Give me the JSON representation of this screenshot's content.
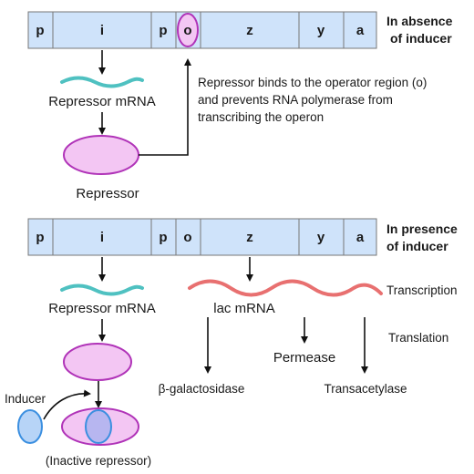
{
  "top_panel": {
    "gene_segments": [
      "p",
      "i",
      "p",
      "o",
      "z",
      "y",
      "a"
    ],
    "condition": [
      "In absence",
      "of inducer"
    ],
    "repressor_mrna": "Repressor mRNA",
    "repressor": "Repressor",
    "note": [
      "Repressor binds to the operator region (o)",
      "and prevents RNA polymerase from",
      "transcribing the operon"
    ]
  },
  "bottom_panel": {
    "gene_segments": [
      "p",
      "i",
      "p",
      "o",
      "z",
      "y",
      "a"
    ],
    "condition": [
      "In presence",
      "of inducer"
    ],
    "repressor_mrna": "Repressor mRNA",
    "lac_mrna": "lac mRNA",
    "transcription": "Transcription",
    "translation": "Translation",
    "permease": "Permease",
    "beta_galactosidase": "β-galactosidase",
    "transacetylase": "Transacetylase",
    "inducer": "Inducer",
    "inactive_repressor": "(Inactive repressor)"
  },
  "colors": {
    "gene_fill": "#cfe3fa",
    "gene_stroke": "#777777",
    "repressor_fill": "#f3c6f3",
    "repressor_stroke": "#b033b8",
    "repressor_mrna": "#4fc1c1",
    "lac_mrna": "#e87070",
    "inducer_fill": "#b7d4f7",
    "inducer_stroke": "#3b8fe0"
  }
}
